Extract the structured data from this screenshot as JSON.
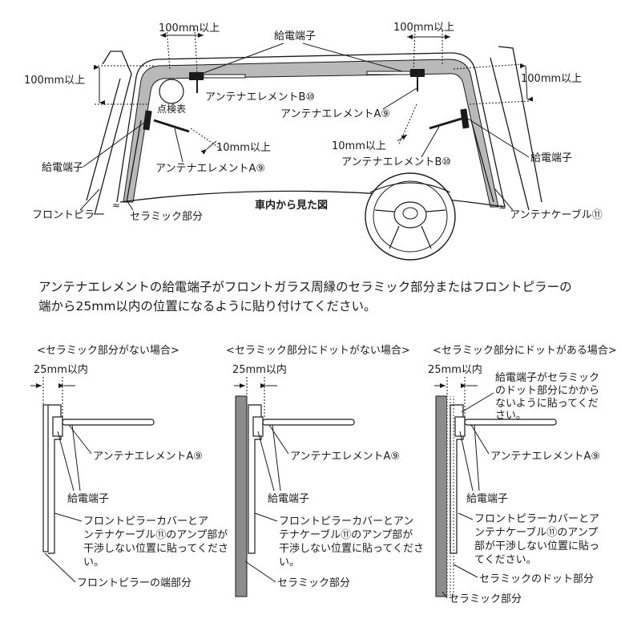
{
  "top_diagram": {
    "view_label": "車内から見た図",
    "labels": {
      "dim_100_left_top": "100mm以上",
      "dim_100_left_side": "100mm以上",
      "dim_100_right_top": "100mm以上",
      "dim_100_right_side": "100mm以上",
      "feed_terminal_top": "給電端子",
      "feed_terminal_left": "給電端子",
      "feed_terminal_right": "給電端子",
      "inspection_sticker": "点検表",
      "antenna_b_left": "アンテナエレメントB⑩",
      "antenna_b_right": "アンテナエレメントB⑩",
      "antenna_a_left": "アンテナエレメントA⑨",
      "antenna_a_right": "アンテナエレメントA⑨",
      "dim_10_left": "10mm以上",
      "dim_10_right": "10mm以上",
      "front_pillar": "フロントピラー",
      "ceramic_part": "セラミック部分",
      "antenna_cable": "アンテナケーブル⑪"
    }
  },
  "caption": {
    "line1": "アンテナエレメントの給電端子がフロントガラス周縁のセラミック部分またはフロントピラーの",
    "line2": "端から25mm以内の位置になるように貼り付けてください。"
  },
  "panels": [
    {
      "title": "<セラミック部分がない場合>",
      "dim": "25mm以内",
      "element": "アンテナエレメントA⑨",
      "terminal": "給電端子",
      "note": [
        "フロントピラーカバーとア",
        "ンテナケーブル⑪のアンプ部が",
        "干渉しない位置に貼ってくださ",
        "い。"
      ],
      "edge": "フロントピラーの端部分"
    },
    {
      "title": "<セラミック部分にドットがない場合>",
      "dim": "25mm以内",
      "element": "アンテナエレメントA⑨",
      "terminal": "給電端子",
      "note": [
        "フロントピラーカバーとアン",
        "テナケーブル⑪のアンプ部が",
        "干渉しない位置に貼ってくださ",
        "い。"
      ],
      "edge": "セラミック部分"
    },
    {
      "title": "<セラミック部分にドットがある場合>",
      "dim": "25mm以内",
      "dot_note": [
        "給電端子がセラミック",
        "のドット部分にかから",
        "ないように貼ってくだ",
        "さい。"
      ],
      "element": "アンテナエレメントA⑨",
      "terminal": "給電端子",
      "note": [
        "フロントピラーカバーとア",
        "ンテナケーブル⑪のアンプ",
        "部が干渉しない位置に貼っ",
        "てください。"
      ],
      "dot_part": "セラミックのドット部分",
      "edge": "セラミック部分"
    }
  ]
}
